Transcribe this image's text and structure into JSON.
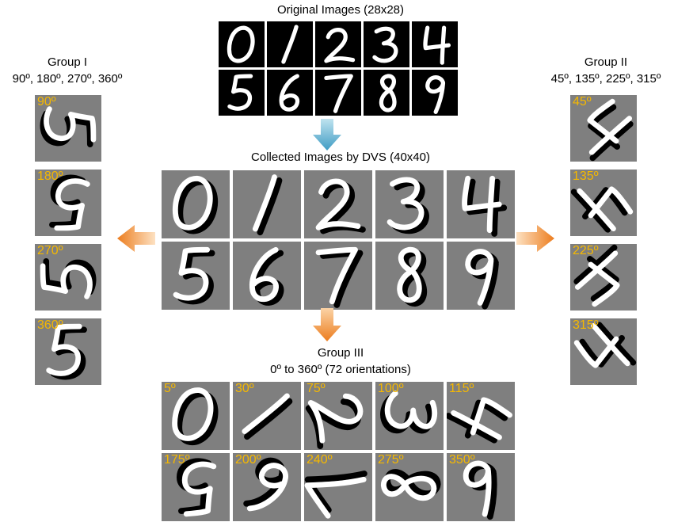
{
  "titles": {
    "original": "Original Images (28x28)",
    "collected": "Collected Images by DVS (40x40)",
    "group1_name": "Group I",
    "group1_angles": "90º, 180º, 270º, 360º",
    "group2_name": "Group II",
    "group2_angles": "45º, 135º, 225º, 315º",
    "group3_name": "Group III",
    "group3_angles": "0º to 360º (72 orientations)"
  },
  "original_digits": [
    "0",
    "1",
    "2",
    "3",
    "4",
    "5",
    "6",
    "7",
    "8",
    "9"
  ],
  "collected_digits": [
    "0",
    "1",
    "2",
    "3",
    "4",
    "5",
    "6",
    "7",
    "8",
    "9"
  ],
  "group1": [
    {
      "angle": "90º",
      "digit": "5",
      "rotation": 90
    },
    {
      "angle": "180º",
      "digit": "5",
      "rotation": 180
    },
    {
      "angle": "270º",
      "digit": "5",
      "rotation": 270
    },
    {
      "angle": "360º",
      "digit": "5",
      "rotation": 360
    }
  ],
  "group2": [
    {
      "angle": "45º",
      "digit": "4",
      "rotation": 45
    },
    {
      "angle": "135º",
      "digit": "4",
      "rotation": 135
    },
    {
      "angle": "225º",
      "digit": "4",
      "rotation": 225
    },
    {
      "angle": "315º",
      "digit": "4",
      "rotation": 315
    }
  ],
  "group3": [
    {
      "angle": "5º",
      "digit": "0",
      "rotation": 5
    },
    {
      "angle": "30º",
      "digit": "1",
      "rotation": 30
    },
    {
      "angle": "75º",
      "digit": "2",
      "rotation": 75
    },
    {
      "angle": "100º",
      "digit": "3",
      "rotation": 100
    },
    {
      "angle": "115º",
      "digit": "4",
      "rotation": 115
    },
    {
      "angle": "175º",
      "digit": "5",
      "rotation": 175
    },
    {
      "angle": "200º",
      "digit": "6",
      "rotation": 200
    },
    {
      "angle": "240º",
      "digit": "7",
      "rotation": 240
    },
    {
      "angle": "275º",
      "digit": "8",
      "rotation": 275
    },
    {
      "angle": "350º",
      "digit": "9",
      "rotation": 350
    }
  ],
  "colors": {
    "tile_gray": "#7f7f7f",
    "angle_label": "#f5b800",
    "arrow_orange": "#f08a2c",
    "arrow_blue": "#5fb0d0"
  }
}
